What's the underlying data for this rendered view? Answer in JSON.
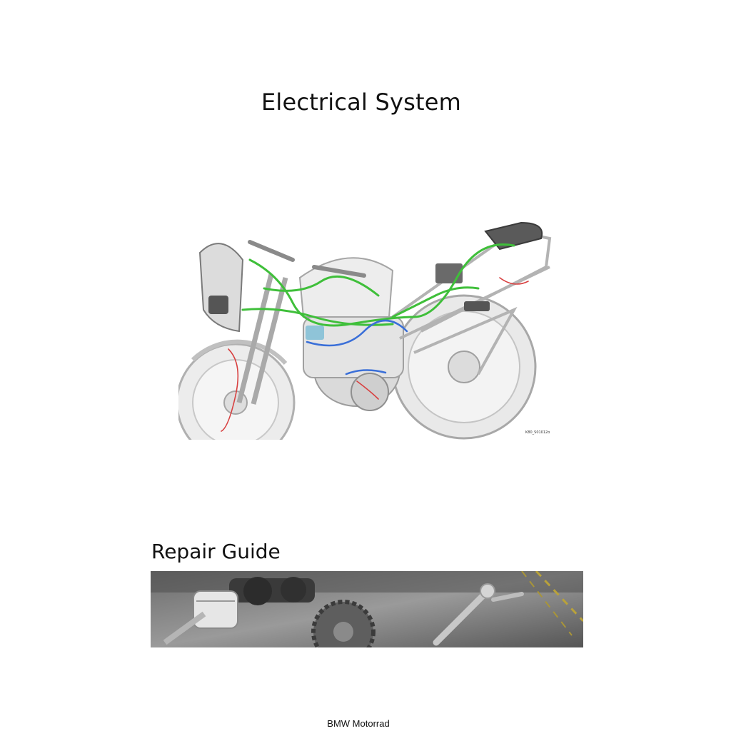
{
  "page": {
    "title": "Electrical System",
    "subtitle": "Repair Guide",
    "publisher": "BMW Motorrad"
  },
  "figure": {
    "code": "K80_S01012o",
    "subject": "motorcycle-wiring-harness-illustration"
  },
  "banner": {
    "subject": "engine-parts-and-tools-photo"
  },
  "colors": {
    "harness_green": "#3fbf3a",
    "harness_blue": "#3a6fd8",
    "harness_red": "#d84040",
    "frame_gray": "#b8b8b8",
    "text": "#111111"
  }
}
